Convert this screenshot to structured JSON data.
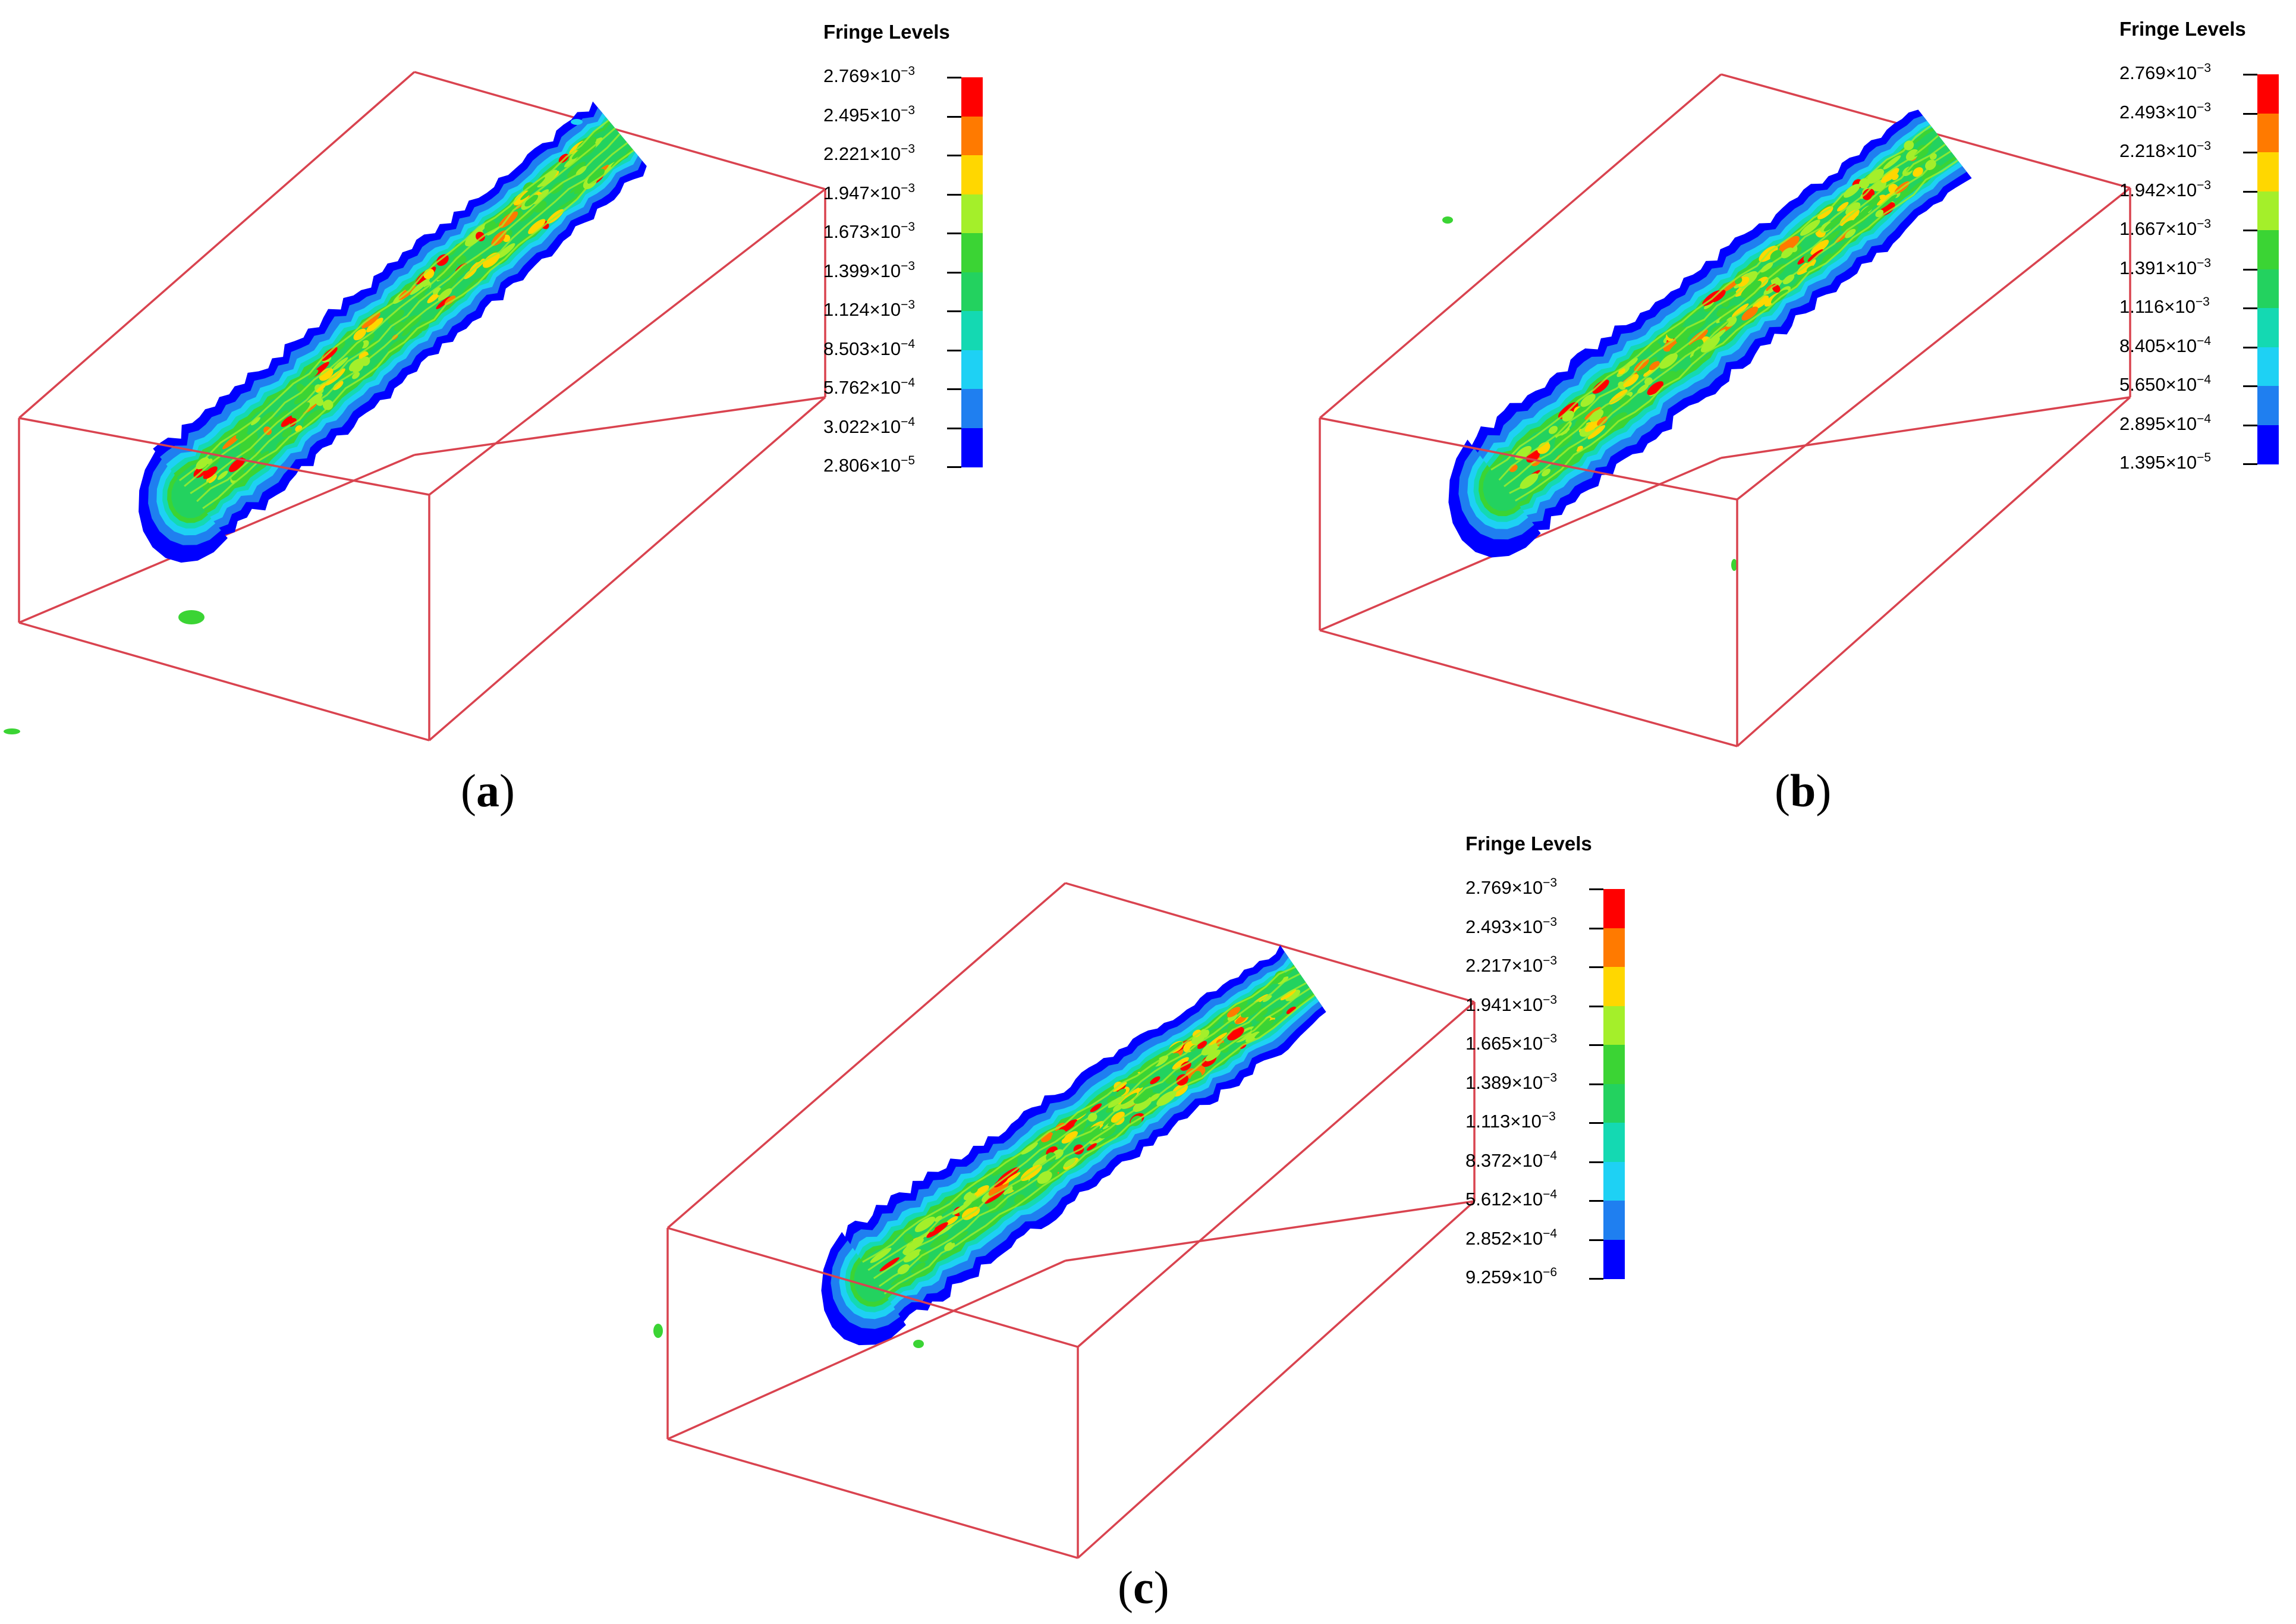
{
  "colors": {
    "frame": "#d9434f",
    "background": "#ffffff"
  },
  "fringe_colors": [
    "#ff0000",
    "#ff7a00",
    "#ffd700",
    "#a4ef2a",
    "#3bd434",
    "#23d25f",
    "#14d9b2",
    "#1ed1f4",
    "#1f7ff0",
    "#0000ff"
  ],
  "panels": [
    {
      "id": "a",
      "caption_open": "(",
      "caption_letter": "a",
      "caption_close": ")",
      "legend": {
        "title": "Fringe Levels",
        "levels": [
          {
            "mantissa": "2.769×10",
            "exponent": "−3"
          },
          {
            "mantissa": "2.495×10",
            "exponent": "−3"
          },
          {
            "mantissa": "2.221×10",
            "exponent": "−3"
          },
          {
            "mantissa": "1.947×10",
            "exponent": "−3"
          },
          {
            "mantissa": "1.673×10",
            "exponent": "−3"
          },
          {
            "mantissa": "1.399×10",
            "exponent": "−3"
          },
          {
            "mantissa": "1.124×10",
            "exponent": "−3"
          },
          {
            "mantissa": "8.503×10",
            "exponent": "−4"
          },
          {
            "mantissa": "5.762×10",
            "exponent": "−4"
          },
          {
            "mantissa": "3.022×10",
            "exponent": "−4"
          },
          {
            "mantissa": "2.806×10",
            "exponent": "−5"
          }
        ]
      }
    },
    {
      "id": "b",
      "caption_open": "(",
      "caption_letter": "b",
      "caption_close": ")",
      "legend": {
        "title": "Fringe Levels",
        "levels": [
          {
            "mantissa": "2.769×10",
            "exponent": "−3"
          },
          {
            "mantissa": "2.493×10",
            "exponent": "−3"
          },
          {
            "mantissa": "2.218×10",
            "exponent": "−3"
          },
          {
            "mantissa": "1.942×10",
            "exponent": "−3"
          },
          {
            "mantissa": "1.667×10",
            "exponent": "−3"
          },
          {
            "mantissa": "1.391×10",
            "exponent": "−3"
          },
          {
            "mantissa": "1.116×10",
            "exponent": "−3"
          },
          {
            "mantissa": "8.405×10",
            "exponent": "−4"
          },
          {
            "mantissa": "5.650×10",
            "exponent": "−4"
          },
          {
            "mantissa": "2.895×10",
            "exponent": "−4"
          },
          {
            "mantissa": "1.395×10",
            "exponent": "−5"
          }
        ]
      }
    },
    {
      "id": "c",
      "caption_open": "(",
      "caption_letter": "c",
      "caption_close": ")",
      "legend": {
        "title": "Fringe Levels",
        "levels": [
          {
            "mantissa": "2.769×10",
            "exponent": "−3"
          },
          {
            "mantissa": "2.493×10",
            "exponent": "−3"
          },
          {
            "mantissa": "2.217×10",
            "exponent": "−3"
          },
          {
            "mantissa": "1.941×10",
            "exponent": "−3"
          },
          {
            "mantissa": "1.665×10",
            "exponent": "−3"
          },
          {
            "mantissa": "1.389×10",
            "exponent": "−3"
          },
          {
            "mantissa": "1.113×10",
            "exponent": "−3"
          },
          {
            "mantissa": "8.372×10",
            "exponent": "−4"
          },
          {
            "mantissa": "5.612×10",
            "exponent": "−4"
          },
          {
            "mantissa": "2.852×10",
            "exponent": "−4"
          },
          {
            "mantissa": "9.259×10",
            "exponent": "−6"
          }
        ]
      }
    }
  ]
}
